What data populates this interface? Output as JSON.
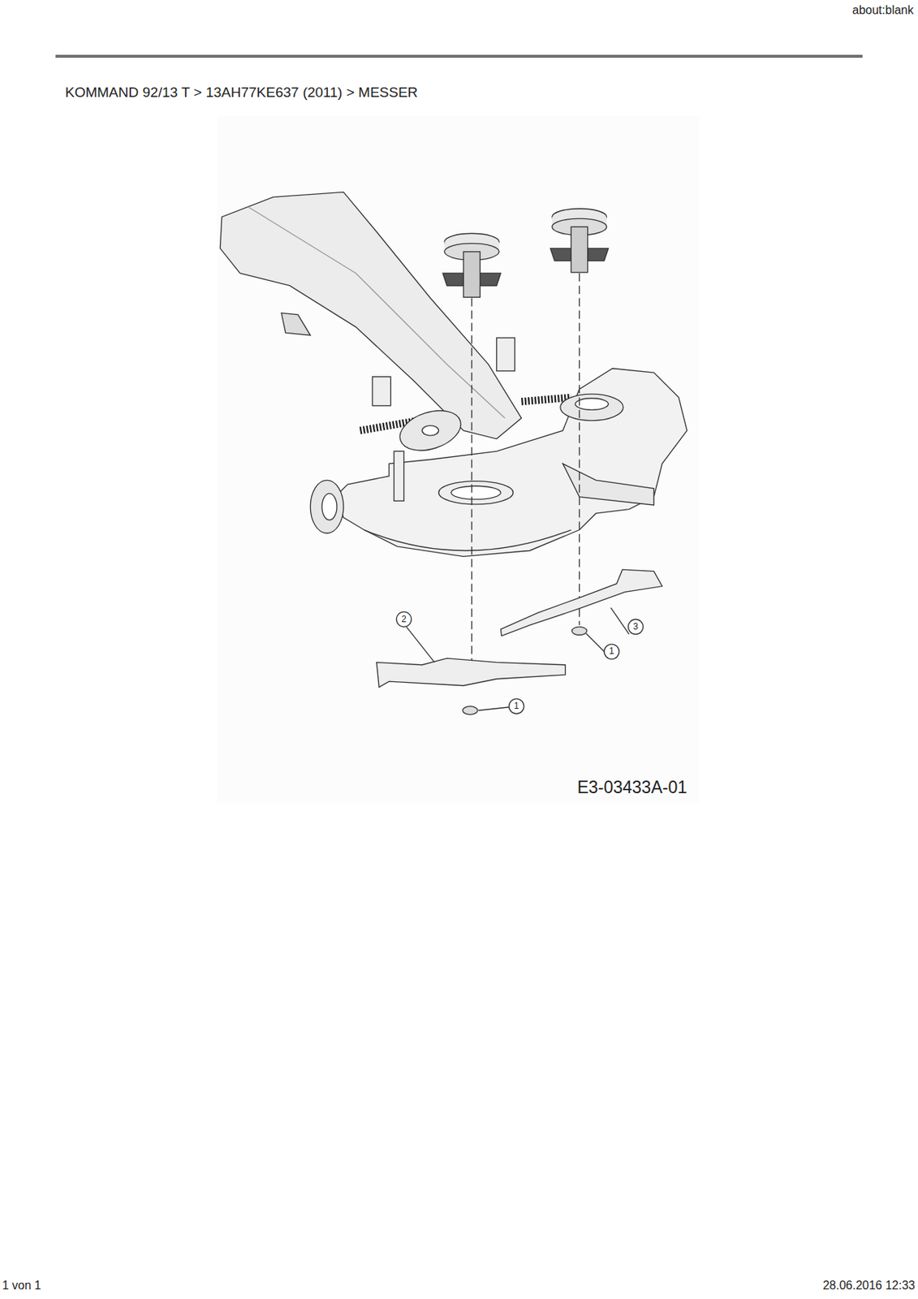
{
  "diagram": {
    "title": "KOMMAND 92/13 T > 13AH77KE637 (2011) > MESSER",
    "labels": [
      "about:blank",
      "2",
      "3",
      "1",
      "1",
      "E3-03433A-01",
      "1 von 1",
      "28.06.2016 12:33"
    ]
  }
}
